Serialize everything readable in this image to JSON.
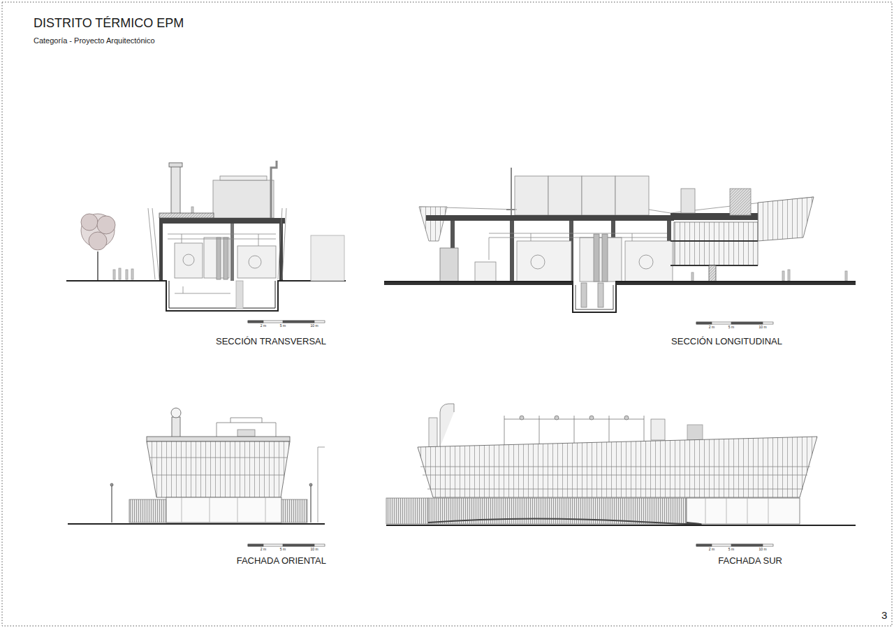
{
  "diagram": {
    "title": "DISTRITO TÉRMICO EPM",
    "caption": "Categoría - Proyecto Arquitectónico",
    "labels": [
      "2 m",
      "5 m",
      "10 m",
      "SECCIÓN TRANSVERSAL",
      "2 m",
      "5 m",
      "10 m",
      "SECCIÓN LONGITUDINAL",
      "2 m",
      "5 m",
      "10 m",
      "FACHADA ORIENTAL",
      "2 m",
      "5 m",
      "10 m",
      "FACHADA SUR",
      "3"
    ]
  }
}
